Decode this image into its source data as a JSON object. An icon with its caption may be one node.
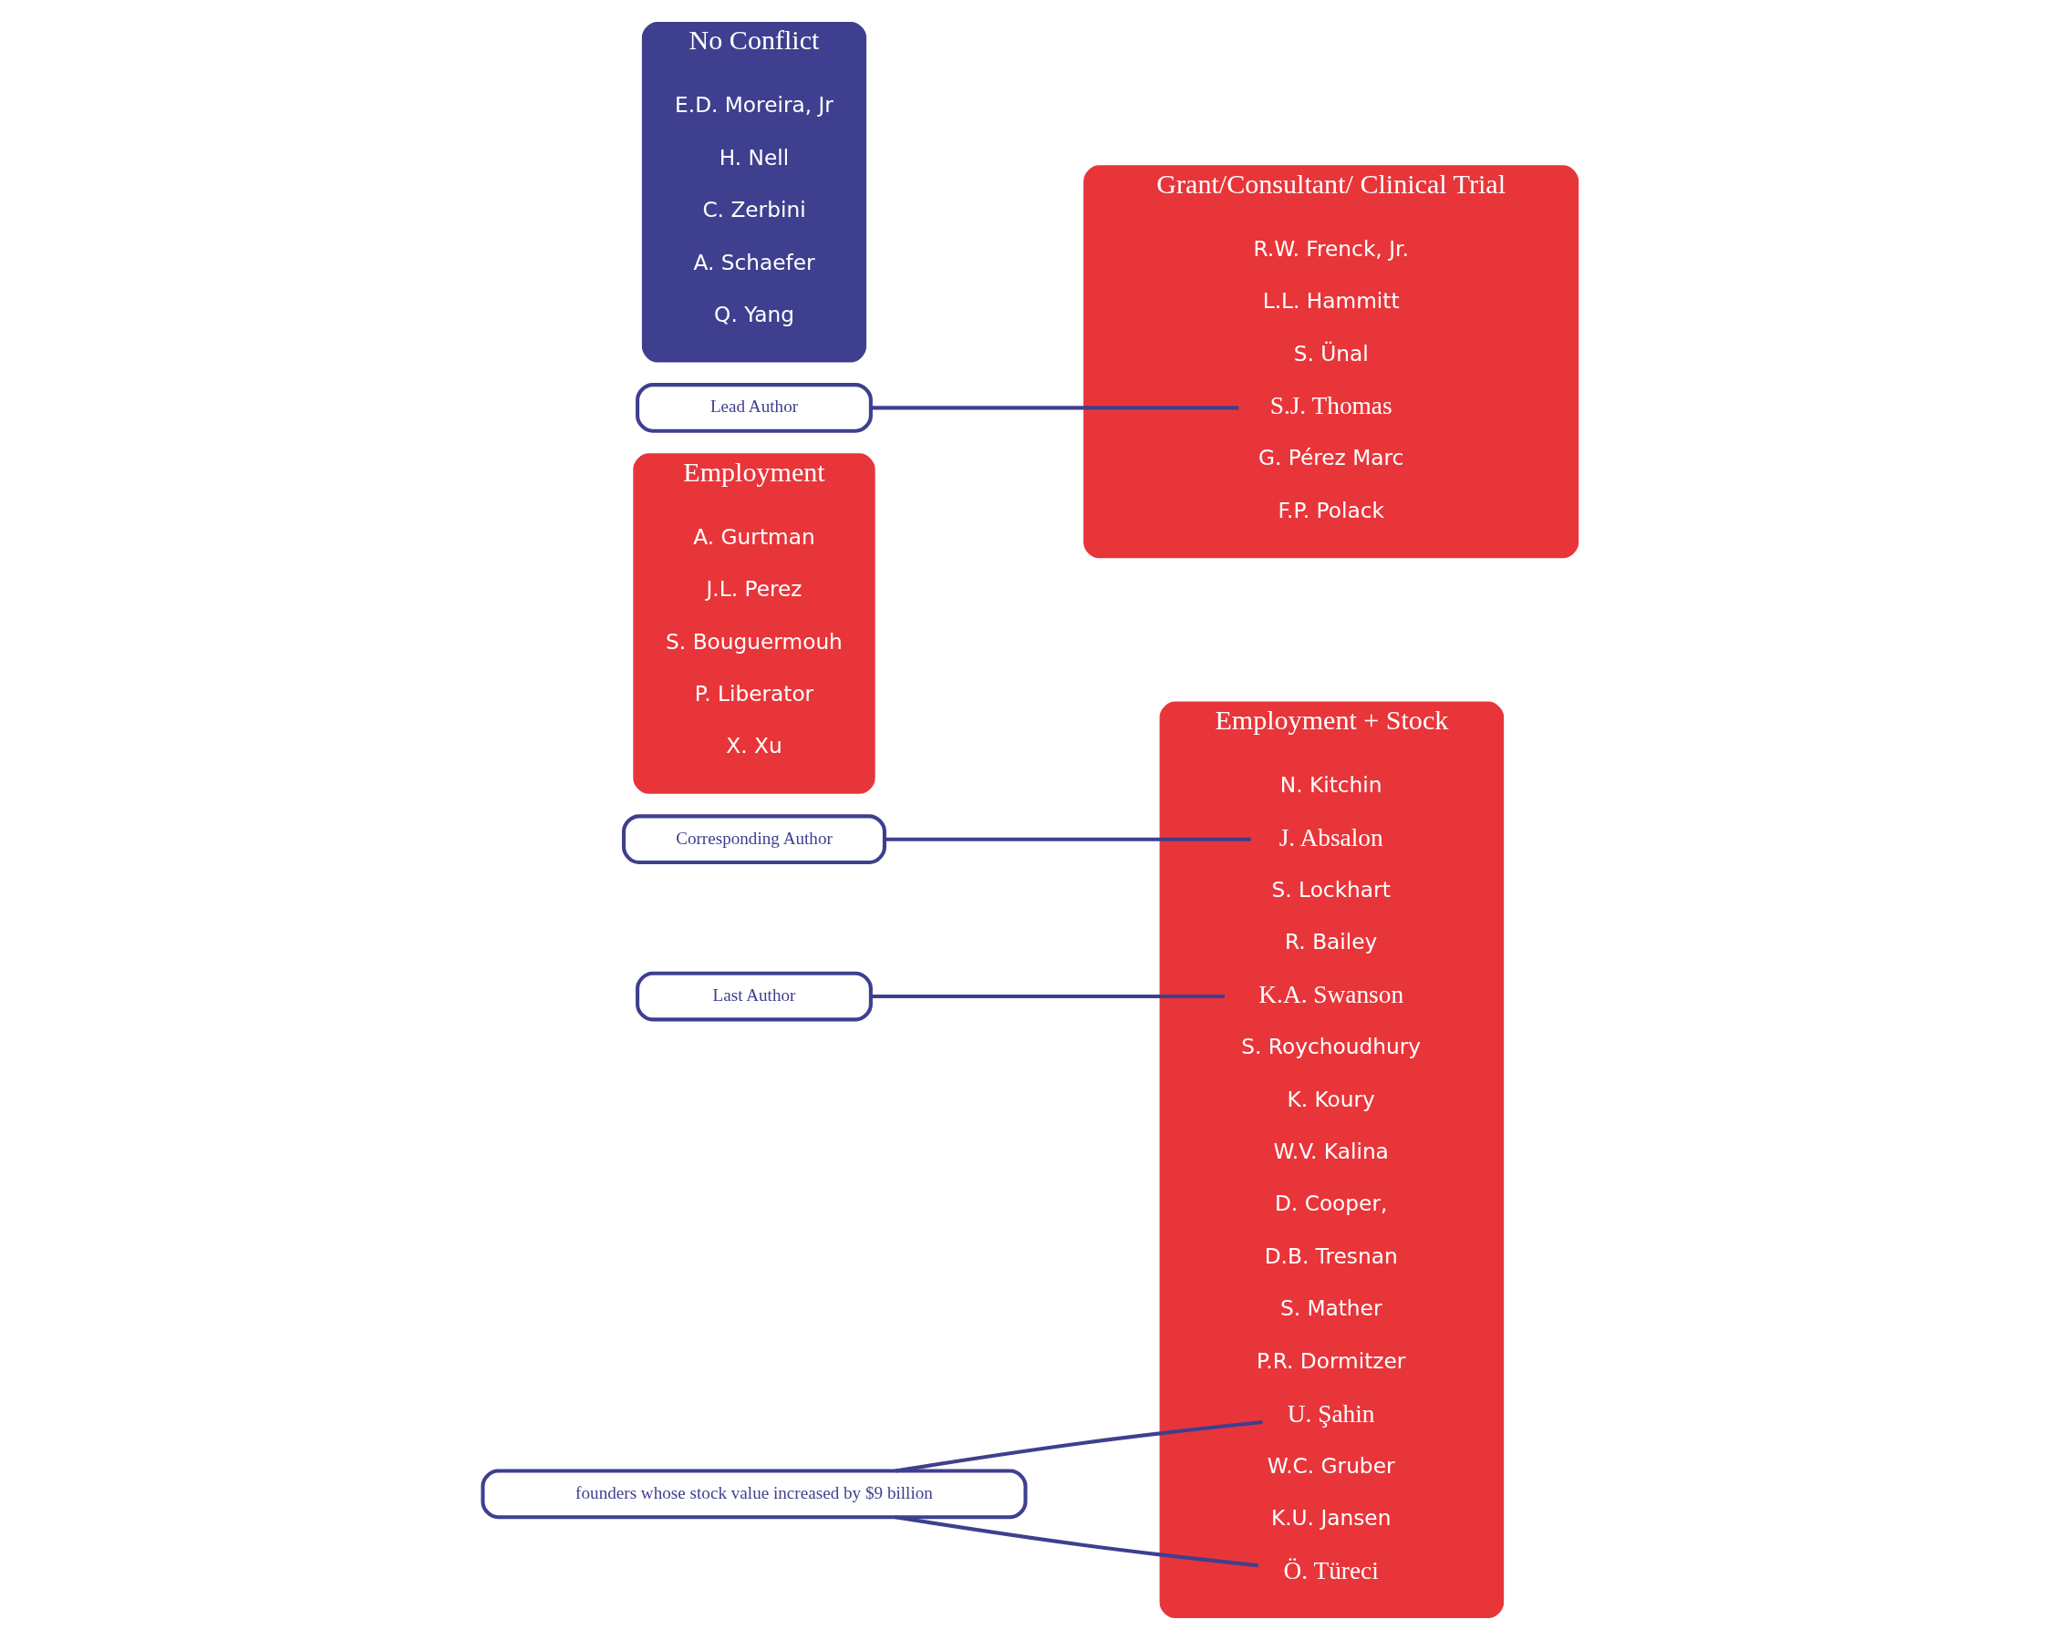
{
  "diagram": {
    "nodes": [
      {
        "text": [
          "Employment + Stock"
        ]
      },
      {
        "text": [
          "N. Kitchin"
        ],
        "in": 0
      },
      {
        "text": [
          "J. Absalon"
        ],
        "in": 0
      },
      {
        "text": [
          "S. Lockhart"
        ],
        "in": 0
      },
      {
        "text": [
          "R. Bailey"
        ],
        "in": 0
      },
      {
        "text": [
          "K.A. Swanson"
        ],
        "in": 0
      },
      {
        "text": [
          "S. Roychoudhury"
        ],
        "in": 0
      },
      {
        "text": [
          "K. Koury"
        ],
        "in": 0
      },
      {
        "text": [
          "W.V. Kalina"
        ],
        "in": 0
      },
      {
        "text": [
          "D. Cooper,"
        ],
        "in": 0
      },
      {
        "text": [
          "D.B. Tresnan"
        ],
        "in": 0
      },
      {
        "text": [
          "S. Mather"
        ],
        "in": 0
      },
      {
        "text": [
          "P.R. Dormitzer"
        ],
        "in": 0
      },
      {
        "text": [
          "U. Şahin"
        ],
        "in": 0
      },
      {
        "text": [
          "W.C. Gruber"
        ],
        "in": 0
      },
      {
        "text": [
          "K.U. Jansen"
        ],
        "in": 0
      },
      {
        "text": [
          "Ö. Türeci"
        ],
        "in": 0
      },
      {
        "text": [
          "Employment"
        ]
      },
      {
        "text": [
          "A. Gurtman"
        ],
        "in": 17
      },
      {
        "text": [
          "J.L. Perez"
        ],
        "in": 17
      },
      {
        "text": [
          "S. Bouguermouh"
        ],
        "in": 17
      },
      {
        "text": [
          "P. Liberator"
        ],
        "in": 17
      },
      {
        "text": [
          "X. Xu"
        ],
        "in": 17
      },
      {
        "text": [
          "Grant/Consultant/ Clinical Trial"
        ]
      },
      {
        "text": [
          "R.W. Frenck, Jr."
        ],
        "in": 23
      },
      {
        "text": [
          "L.L. Hammitt"
        ],
        "in": 23
      },
      {
        "text": [
          "S. Ünal"
        ],
        "in": 23
      },
      {
        "text": [
          "S.J. Thomas"
        ],
        "in": 23
      },
      {
        "text": [
          "G. Pérez Marc"
        ],
        "in": 23
      },
      {
        "text": [
          "F.P. Polack"
        ],
        "in": 23
      },
      {
        "text": [
          "No Conflict"
        ]
      },
      {
        "text": [
          "E.D. Moreira, Jr"
        ],
        "in": 30
      },
      {
        "text": [
          "H. Nell"
        ],
        "in": 30
      },
      {
        "text": [
          "C. Zerbini"
        ],
        "in": 30
      },
      {
        "text": [
          "A. Schaefer"
        ],
        "in": 30
      },
      {
        "text": [
          "Q. Yang"
        ],
        "in": 30
      },
      {
        "text": [
          "Corresponding Author"
        ]
      },
      {
        "text": [
          "Last Author"
        ]
      },
      {
        "text": [
          "founders whose stock value increased by $9 billion"
        ]
      },
      {
        "text": [
          "Lead Author"
        ]
      }
    ],
    "edges": [
      {
        "from": 36,
        "to": 2,
        "arrow": "none"
      },
      {
        "from": 37,
        "to": 5,
        "arrow": "none"
      },
      {
        "from": 38,
        "to": 13,
        "arrow": "none"
      },
      {
        "from": 38,
        "to": 16,
        "arrow": "none"
      },
      {
        "from": 39,
        "to": 27,
        "arrow": "none"
      }
    ]
  }
}
